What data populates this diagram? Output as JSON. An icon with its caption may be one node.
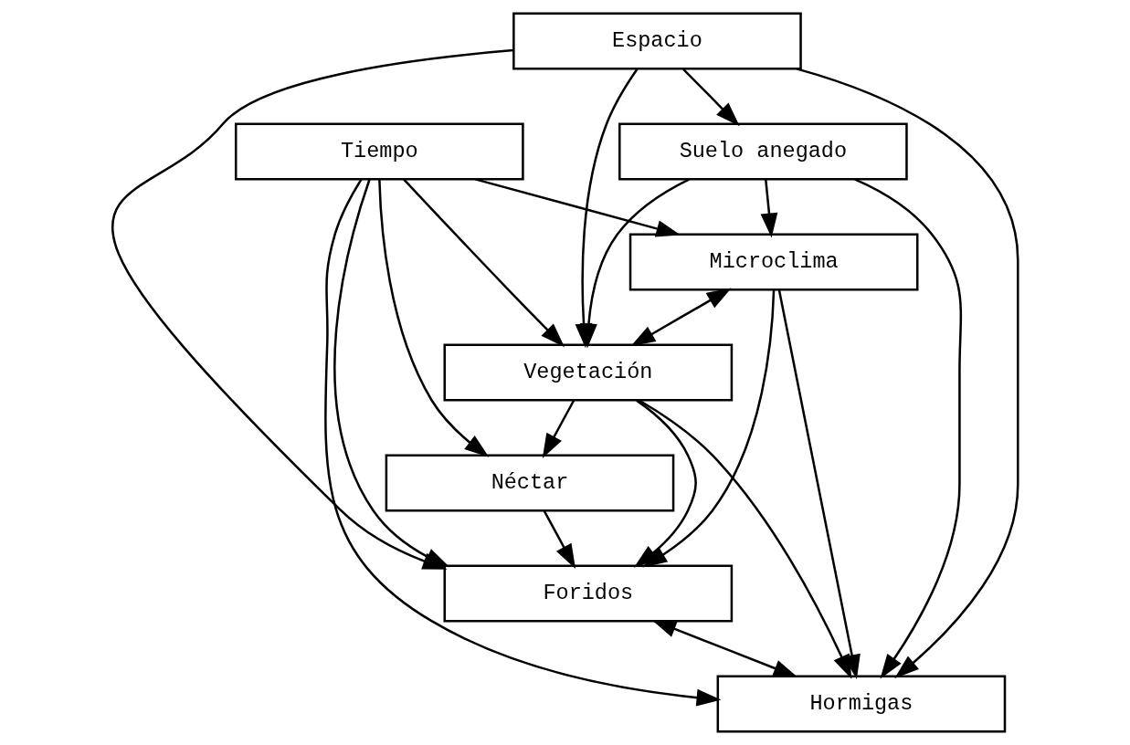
{
  "diagram": {
    "nodes": [
      {
        "text": [
          "Foridos"
        ]
      },
      {
        "text": [
          "Tiempo"
        ]
      },
      {
        "text": [
          "Néctar"
        ]
      },
      {
        "text": [
          "Hormigas"
        ]
      },
      {
        "text": [
          "Microclima"
        ]
      },
      {
        "text": [
          "Suelo anegado"
        ]
      },
      {
        "text": [
          "Vegetación"
        ]
      },
      {
        "text": [
          "Espacio"
        ]
      }
    ],
    "edges": [
      {
        "from": 1,
        "to": 0,
        "arrow": "to"
      },
      {
        "from": 1,
        "to": 3,
        "arrow": "to"
      },
      {
        "from": 1,
        "to": 2,
        "arrow": "to"
      },
      {
        "from": 1,
        "to": 4,
        "arrow": "to"
      },
      {
        "from": 1,
        "to": 6,
        "arrow": "to"
      },
      {
        "from": 2,
        "to": 0,
        "arrow": "to"
      },
      {
        "from": 0,
        "to": 3,
        "arrow": "both"
      },
      {
        "from": 4,
        "to": 0,
        "arrow": "to"
      },
      {
        "from": 4,
        "to": 3,
        "arrow": "to"
      },
      {
        "from": 6,
        "to": 3,
        "arrow": "to"
      },
      {
        "from": 6,
        "to": 0,
        "arrow": "to"
      },
      {
        "from": 6,
        "to": 2,
        "arrow": "to"
      },
      {
        "from": 4,
        "to": 6,
        "arrow": "both"
      },
      {
        "from": 5,
        "to": 3,
        "arrow": "to"
      },
      {
        "from": 5,
        "to": 4,
        "arrow": "to"
      },
      {
        "from": 5,
        "to": 6,
        "arrow": "to"
      },
      {
        "from": 7,
        "to": 0,
        "arrow": "to"
      },
      {
        "from": 7,
        "to": 3,
        "arrow": "to"
      },
      {
        "from": 7,
        "to": 5,
        "arrow": "to"
      },
      {
        "from": 7,
        "to": 6,
        "arrow": "to"
      }
    ]
  }
}
